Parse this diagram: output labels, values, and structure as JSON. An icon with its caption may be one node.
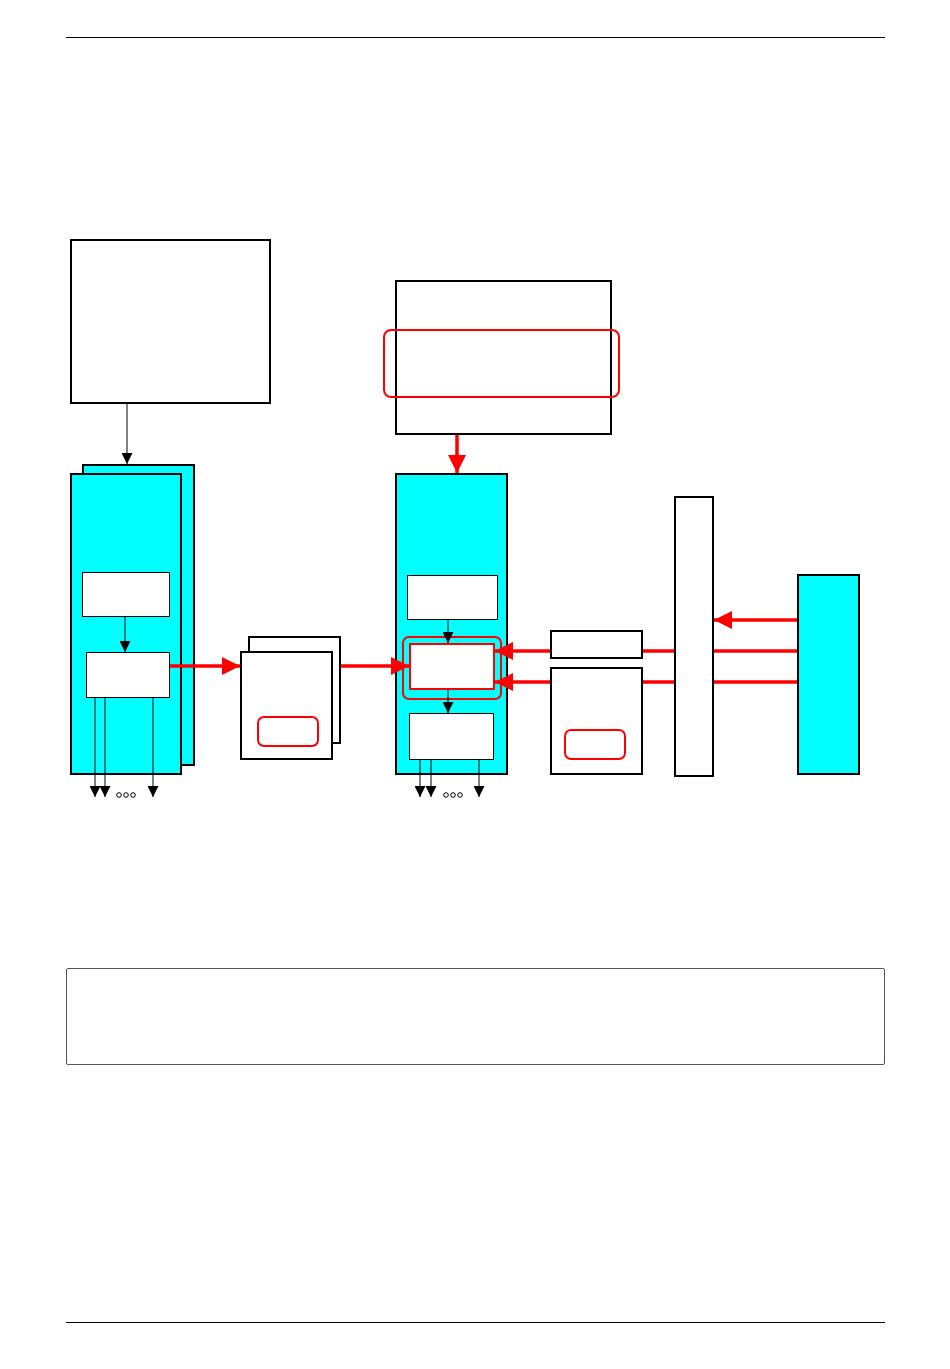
{
  "diagram": {
    "nodes": [
      {
        "text": [],
        "shape": "box"
      },
      {
        "text": [],
        "shape": "box"
      },
      {
        "text": [],
        "shape": "box"
      },
      {
        "text": [],
        "shape": "box"
      },
      {
        "text": [],
        "shape": "box",
        "in": 3
      },
      {
        "text": [],
        "shape": "box",
        "in": 3
      },
      {
        "text": [],
        "shape": "box"
      },
      {
        "text": [],
        "shape": "box",
        "in": 6
      },
      {
        "text": [],
        "shape": "box"
      },
      {
        "text": [],
        "shape": "box",
        "in": 8
      },
      {
        "text": [],
        "shape": "box",
        "in": 8
      },
      {
        "text": [],
        "shape": "box",
        "in": 10
      },
      {
        "text": [],
        "shape": "box",
        "in": 8
      },
      {
        "text": [],
        "shape": "box"
      },
      {
        "text": [],
        "shape": "box"
      },
      {
        "text": [],
        "shape": "box",
        "in": 14
      },
      {
        "text": [],
        "shape": "box"
      },
      {
        "text": [],
        "shape": "box"
      },
      {
        "text": [],
        "shape": "box"
      }
    ],
    "edges": [
      {
        "from": 0,
        "to": 3,
        "arrow": "to"
      },
      {
        "from": 1,
        "to": 8,
        "arrow": "to",
        "style": "thick",
        "color": "#ff0000"
      },
      {
        "from": 4,
        "to": 5,
        "arrow": "to"
      },
      {
        "from": 5,
        "to": 6,
        "arrow": "to",
        "style": "thick",
        "color": "#ff0000"
      },
      {
        "from": 6,
        "to": 11,
        "arrow": "to",
        "style": "thick",
        "color": "#ff0000"
      },
      {
        "from": 9,
        "to": 11,
        "arrow": "to"
      },
      {
        "from": 11,
        "to": 12,
        "arrow": "to"
      },
      {
        "from": 17,
        "to": 16,
        "arrow": "to",
        "style": "thick",
        "color": "#ff0000"
      },
      {
        "from": 17,
        "to": 16,
        "arrow": "none",
        "style": "thick",
        "color": "#ff0000"
      },
      {
        "from": 16,
        "to": 13,
        "arrow": "none",
        "style": "thick",
        "color": "#ff0000"
      },
      {
        "from": 13,
        "to": 11,
        "arrow": "to",
        "style": "thick",
        "color": "#ff0000"
      },
      {
        "from": 17,
        "to": 16,
        "arrow": "none",
        "style": "thick",
        "color": "#ff0000"
      },
      {
        "from": 16,
        "to": 14,
        "arrow": "none",
        "style": "thick",
        "color": "#ff0000"
      },
      {
        "from": 14,
        "to": 11,
        "arrow": "to",
        "style": "thick",
        "color": "#ff0000"
      },
      {
        "from": 5,
        "to": null,
        "arrow": "to"
      },
      {
        "from": 5,
        "to": null,
        "arrow": "to"
      },
      {
        "from": 5,
        "to": null,
        "arrow": "to"
      },
      {
        "from": 12,
        "to": null,
        "arrow": "to"
      },
      {
        "from": 12,
        "to": null,
        "arrow": "to"
      },
      {
        "from": 12,
        "to": null,
        "arrow": "to"
      }
    ]
  }
}
